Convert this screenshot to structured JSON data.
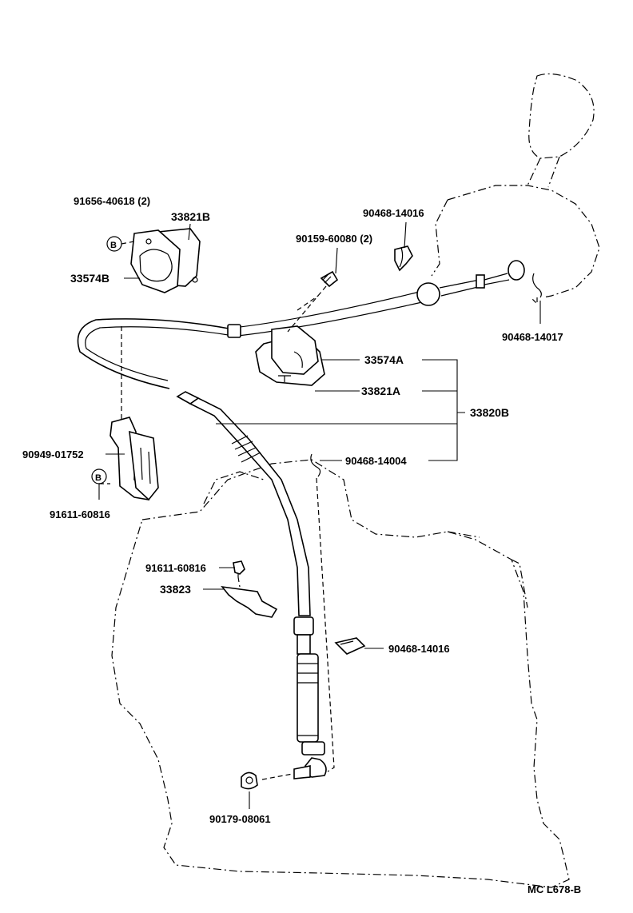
{
  "diagram": {
    "labels": {
      "p_91656_40618": "91656-40618 (2)",
      "p_33821B": "33821B",
      "p_33574B": "33574B",
      "p_90468_14016_top": "90468-14016",
      "p_90159_60080": "90159-60080 (2)",
      "p_90468_14017": "90468-14017",
      "p_33574A": "33574A",
      "p_33821A": "33821A",
      "p_33820B": "33820B",
      "p_90949_01752": "90949-01752",
      "p_91611_60816_left": "91611-60816",
      "p_90468_14004": "90468-14004",
      "p_91611_60816_mid": "91611-60816",
      "p_33823": "33823",
      "p_90468_14016_bottom": "90468-14016",
      "p_90179_08061": "90179-08061",
      "ref_code": "MC L678-B"
    },
    "markers": {
      "b_upper": "B",
      "b_lower": "B"
    }
  }
}
